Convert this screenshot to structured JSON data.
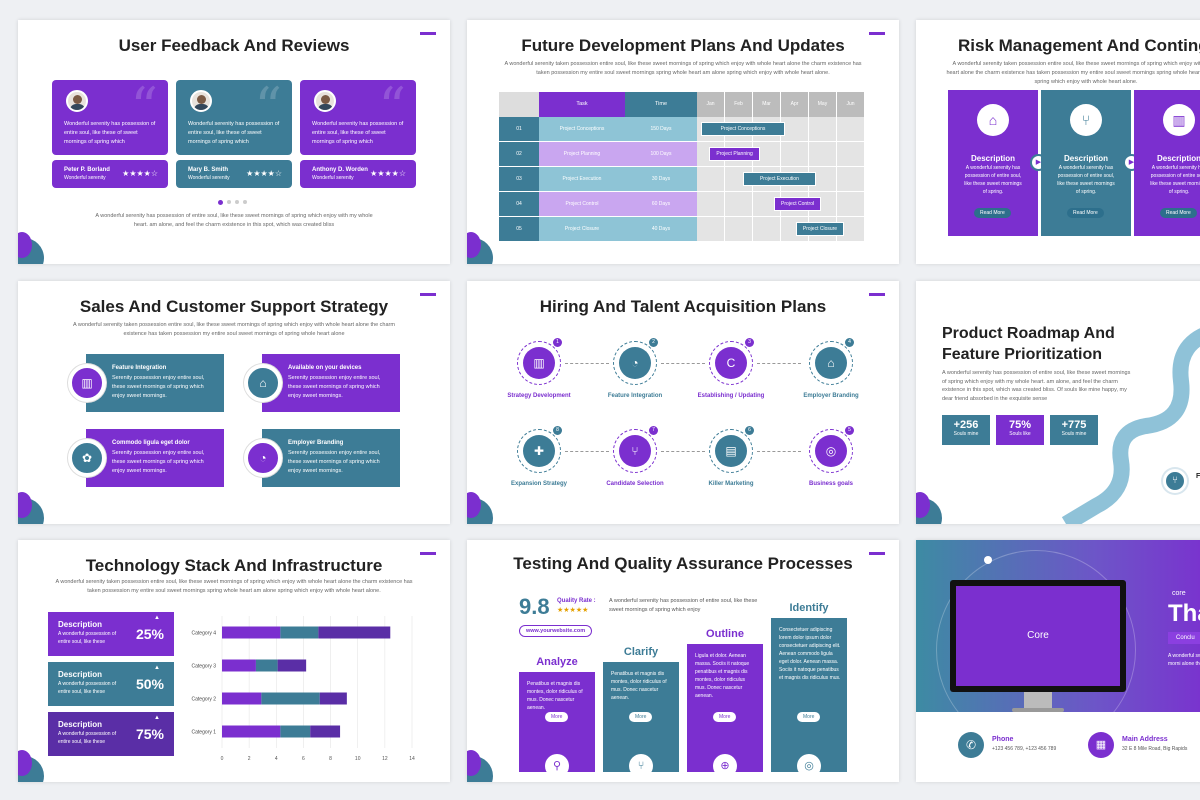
{
  "s1": {
    "title": "User Feedback And Reviews",
    "desc": "A wonderful serenity has possession of entire soul, like these sweet mornings of spring which enjoy with my whole heart. am alone, and feel the charm existence in this spot, which was created bliss",
    "reviews": [
      {
        "text": "Wonderful serenity has possession of entire soul, like these of sweet mornings of spring which",
        "name": "Peter P. Borland",
        "role": "Wonderful serenity",
        "stars": "★★★★☆"
      },
      {
        "text": "Wonderful serenity has possession of entire soul, like these of sweet mornings of spring which",
        "name": "Mary B. Smith",
        "role": "Wonderful serenity",
        "stars": "★★★★☆"
      },
      {
        "text": "Wonderful serenity has possession of entire soul, like these of sweet mornings of spring which",
        "name": "Anthony D. Worden",
        "role": "Wonderful serenity",
        "stars": "★★★★☆"
      }
    ]
  },
  "s2": {
    "title": "Future Development Plans And Updates",
    "sub": "A wonderful serenity taken possession entire soul, like these sweet mornings of spring which enjoy with whole heart alone the charm existence has taken possession my entire soul sweet mornings spring whole heart am alone spring which enjoy with whole heart alone.",
    "headers": [
      "Task",
      "Time"
    ],
    "months": [
      "Jan",
      "Feb",
      "Mar",
      "Apr",
      "May",
      "Jun"
    ],
    "rows": [
      {
        "n": "01",
        "task": "Project Conceptions",
        "time": "150 Days",
        "bar": "Project Conceptions"
      },
      {
        "n": "02",
        "task": "Project Planning",
        "time": "100 Days",
        "bar": "Project Planning"
      },
      {
        "n": "03",
        "task": "Project Execution",
        "time": "30 Days",
        "bar": "Project Execution"
      },
      {
        "n": "04",
        "task": "Project Control",
        "time": "60 Days",
        "bar": "Project Control"
      },
      {
        "n": "05",
        "task": "Project Closure",
        "time": "40 Days",
        "bar": "Project Closure"
      }
    ]
  },
  "s3": {
    "title": "Risk Management And Contingency",
    "sub": "A wonderful serenity taken possession entire soul, like these sweet mornings of spring which enjoy with whole heart alone the charm existence has taken possession my entire soul sweet mornings spring whole heart am alone spring which enjoy with whole heart alone.",
    "cards": [
      {
        "t": "Description",
        "d": "A wonderful serenity has possession of entire soul, like these sweet mornings of spring.",
        "b": "Read More"
      },
      {
        "t": "Description",
        "d": "A wonderful serenity has possession of entire soul, like these sweet mornings of spring.",
        "b": "Read More"
      },
      {
        "t": "Description",
        "d": "A wonderful serenity has possession of entire soul, like these sweet mornings of spring.",
        "b": "Read More"
      }
    ]
  },
  "s4": {
    "title": "Sales And Customer Support Strategy",
    "sub": "A wonderful serenity taken possession entire soul, like these sweet mornings of spring which enjoy with whole heart alone the charm existence has taken possession my entire soul sweet mornings of spring whole heart alone",
    "items": [
      {
        "t": "Feature Integration",
        "d": "Serenity possession enjoy entire soul, these sweet mornings of spring which enjoy sweet mornings."
      },
      {
        "t": "Available on your devices",
        "d": "Serenity possession enjoy entire soul, these sweet mornings of spring which enjoy sweet mornings."
      },
      {
        "t": "Commodo ligula eget dolor",
        "d": "Serenity possession enjoy entire soul, these sweet mornings of spring which enjoy sweet mornings."
      },
      {
        "t": "Employer Branding",
        "d": "Serenity possession enjoy entire soul, these sweet mornings of spring which enjoy sweet mornings."
      }
    ]
  },
  "s5": {
    "title": "Hiring And Talent Acquisition Plans",
    "steps": [
      {
        "n": "1",
        "l": "Strategy Development"
      },
      {
        "n": "2",
        "l": "Feature Integration"
      },
      {
        "n": "3",
        "l": "Establishing / Updating"
      },
      {
        "n": "4",
        "l": "Employer Branding"
      },
      {
        "n": "8",
        "l": "Expansion Strategy"
      },
      {
        "n": "7",
        "l": "Candidate Selection"
      },
      {
        "n": "6",
        "l": "Killer Marketing"
      },
      {
        "n": "5",
        "l": "Business goals"
      }
    ]
  },
  "s6": {
    "title1": "Product Roadmap And",
    "title2": "Feature Prioritization",
    "desc": "A wonderful serenity has possession of entire soul, like these sweet mornings of spring which enjoy with my whole heart. am alone, and feel the charm existence in this spot, which was created bliss. Of souls like mine happy, my dear friend absorbed in the exquisite sense",
    "stats": [
      {
        "v": "+256",
        "l": "Souls mine"
      },
      {
        "v": "75%",
        "l": "Souls like"
      },
      {
        "v": "+775",
        "l": "Souls mine"
      }
    ],
    "side": "Fe"
  },
  "s7": {
    "title": "Technology Stack And Infrastructure",
    "sub": "A wonderful serenity taken possession entire soul, like these sweet mornings of spring which enjoy with whole heart alone the charm existence has taken possession my entire soul sweet mornings spring whole heart am alone spring which enjoy with whole heart alone.",
    "boxes": [
      {
        "t": "Description",
        "d": "A wonderful possession of entire soul, like these",
        "p": "25%"
      },
      {
        "t": "Description",
        "d": "A wonderful possession of entire soul, like these",
        "p": "50%"
      },
      {
        "t": "Description",
        "d": "A wonderful possession of entire soul, like these",
        "p": "75%"
      }
    ]
  },
  "s8": {
    "title": "Testing And Quality Assurance Processes",
    "score": "9.8",
    "qlabel": "Quality Rate :",
    "qstars": "★★★★★",
    "qdesc": "A wonderful serenity has possession of entire soul, like these sweet mornings of spring which enjoy",
    "url": "www.yourwebsite.com",
    "cols": [
      {
        "h": "Analyze",
        "d": "Penatibus et magnis dis montes, dolor ridiculus of mus. Donec nascetur aenean.",
        "b": "More"
      },
      {
        "h": "Clarify",
        "d": "Penatibus et magnis dis montes, dolor ridiculus of mus. Donec nascetur aenean.",
        "b": "More"
      },
      {
        "h": "Outline",
        "d": "Ligula et dolor. Aenean massa. Sociis it natoque penatibus et magnis dis montes, dolor ridiculus mus. Donec nascetur aenean.",
        "b": "More"
      },
      {
        "h": "Identify",
        "d": "Consectetuer adipiscing lorem dolor ipsum dolor consectetuer adipiscing elit. Aenean commodo ligula eget dolor. Aenean massa. Sociis it natoque penatibus et magnis dis ridiculus mus.",
        "b": "More"
      }
    ]
  },
  "s9": {
    "screen": "Core",
    "brand": "core",
    "big": "Tha",
    "btn": "Conclu",
    "desc": "A wonderful sweet morni alone the cha",
    "phone_l": "Phone",
    "phone_v": "+123 456 789, +123 456 789",
    "addr_l": "Main Address",
    "addr_v": "32 E 8 Mile Road, Big Rapids"
  },
  "chart_data": {
    "type": "bar",
    "orientation": "horizontal",
    "stacked": true,
    "categories": [
      "Category 4",
      "Category 3",
      "Category 2",
      "Category 1"
    ],
    "series": [
      {
        "values": [
          4.3,
          2.5,
          2.9,
          4.3
        ]
      },
      {
        "values": [
          2.8,
          1.6,
          4.3,
          2.2
        ]
      },
      {
        "values": [
          5.3,
          2.1,
          2.0,
          2.2
        ]
      }
    ],
    "xticks": [
      "0",
      "2",
      "4",
      "6",
      "8",
      "10",
      "12",
      "14"
    ],
    "xlim": [
      0,
      14
    ]
  },
  "colors": {
    "purple": "#7b2fcf",
    "teal": "#3d7c96"
  }
}
